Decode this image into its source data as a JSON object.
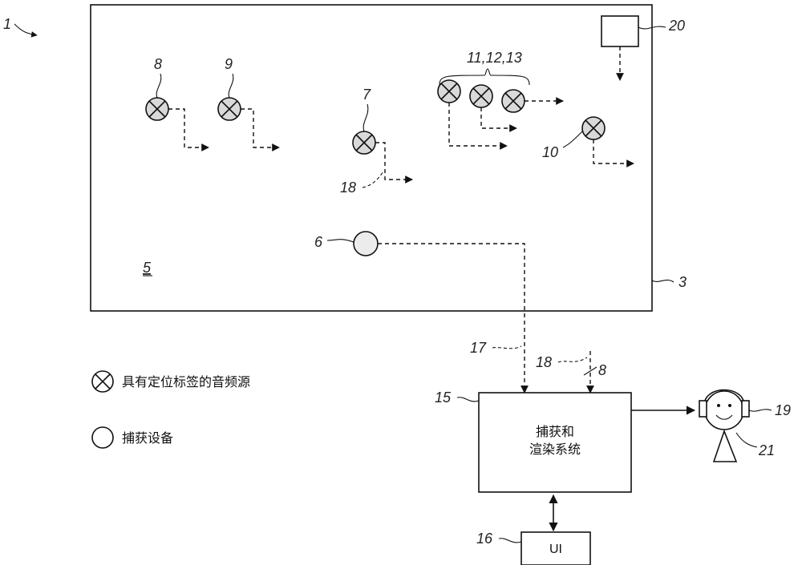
{
  "labels": {
    "fig": "1",
    "room": "3",
    "region": "5",
    "capture_device": "6",
    "src7": "7",
    "src8": "8",
    "src9": "9",
    "src10": "10",
    "src_group": "11,12,13",
    "box15": "15",
    "box16": "16",
    "link17": "17",
    "link18_room": "18",
    "link18_out": "18",
    "link18_count": "8",
    "headphones": "19",
    "listener": "21",
    "device20": "20"
  },
  "legend": {
    "tagged_source": "具有定位标签的音频源",
    "capture_device": "捕获设备"
  },
  "system_box": {
    "line1": "捕获和",
    "line2": "渲染系统"
  },
  "ui_box": {
    "label": "UI"
  }
}
